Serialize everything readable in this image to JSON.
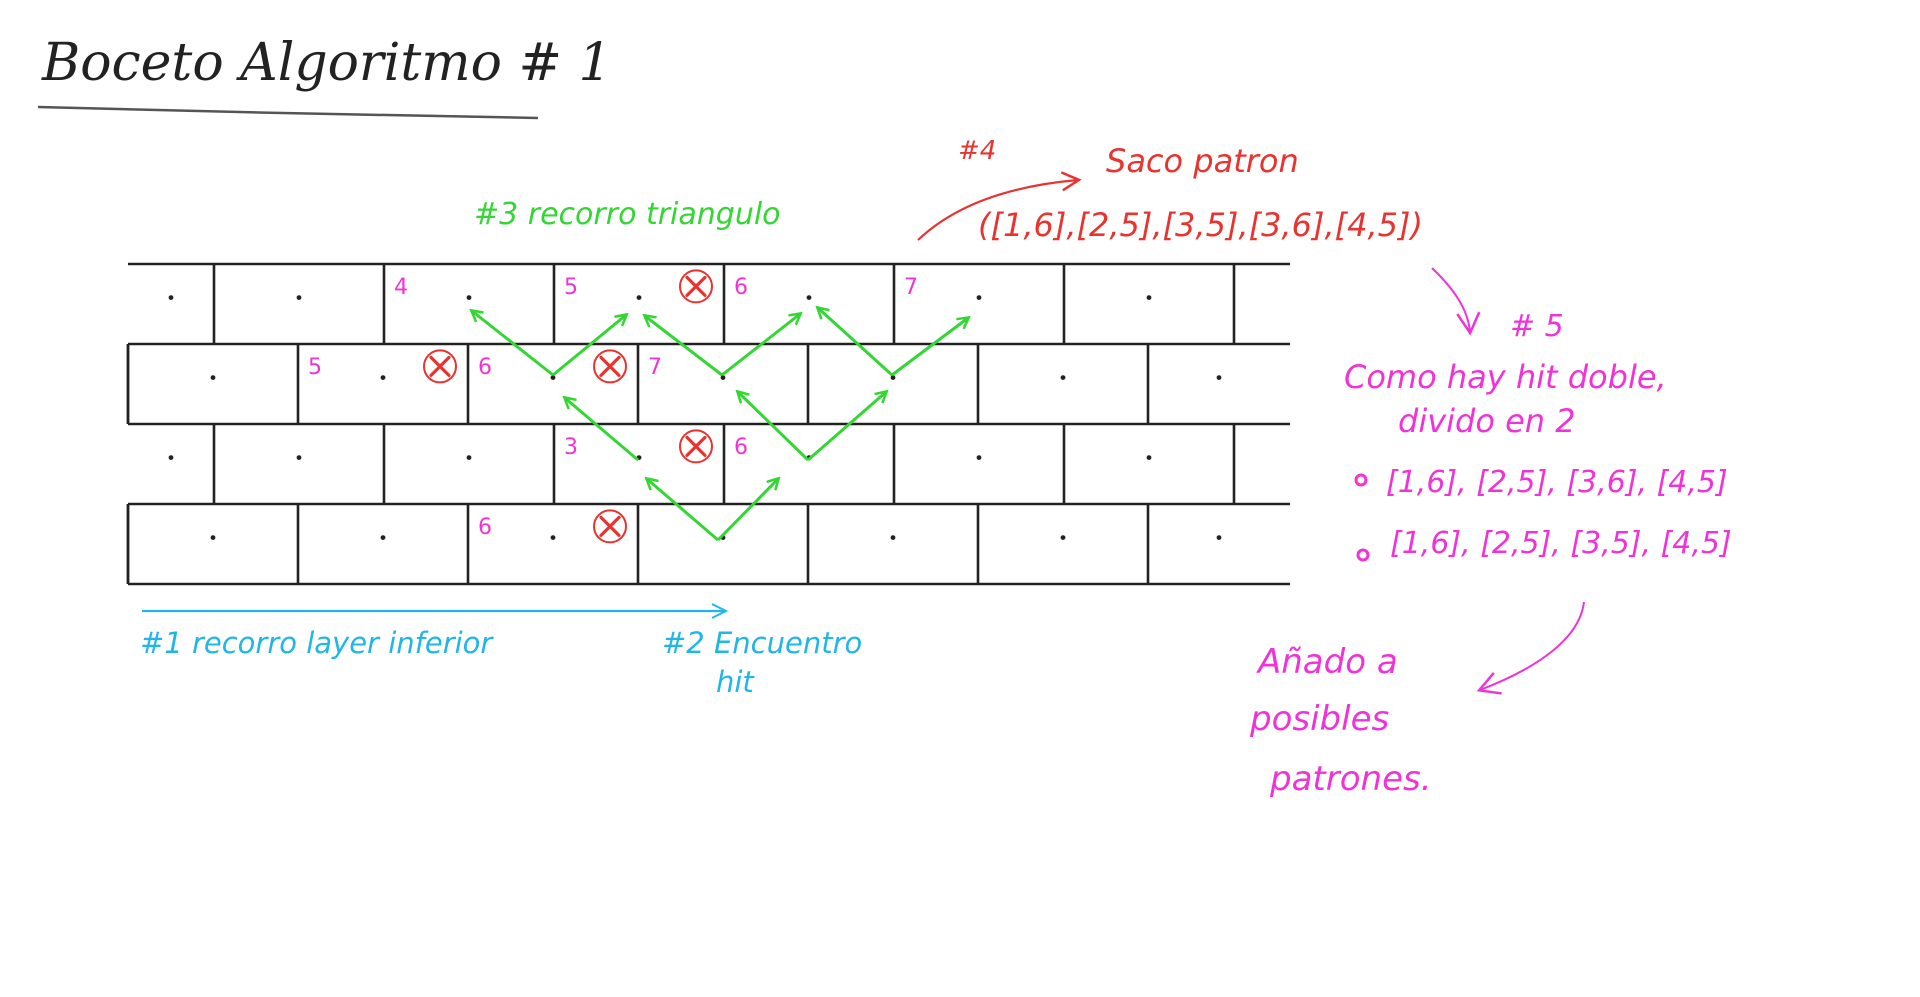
{
  "title": "Boceto Algoritmo # 1",
  "colors": {
    "ink": "#222222",
    "cyan": "#21b6e8",
    "green": "#33d633",
    "red": "#e8332f",
    "magenta": "#f033d6"
  },
  "steps": {
    "step1": "#1 recorro layer inferior",
    "step2_line1": "#2 Encuentro",
    "step2_line2": "hit",
    "step3": "#3 recorro triangulo",
    "step4_num": "#4",
    "step4_label": "Saco patron",
    "step4_pattern": "([1,6],[2,5],[3,5],[3,6],[4,5])",
    "step5_num": "# 5",
    "step5_line1": "Como hay hit doble,",
    "step5_line2": "divido en 2",
    "step5_bullet1": "[1,6], [2,5], [3,6], [4,5]",
    "step5_bullet2": "[1,6], [2,5], [3,5], [4,5]",
    "final_line1": "Añado a",
    "final_line2": "posibles",
    "final_line3": "patrones."
  },
  "layers": [
    {
      "row": 4,
      "labels": [
        {
          "cell": 2,
          "text": "4"
        },
        {
          "cell": 3,
          "text": "5"
        },
        {
          "cell": 4,
          "text": "6"
        },
        {
          "cell": 5,
          "text": "7"
        }
      ],
      "hits": [
        3
      ]
    },
    {
      "row": 3,
      "labels": [
        {
          "cell": 2,
          "text": "5"
        },
        {
          "cell": 3,
          "text": "6"
        },
        {
          "cell": 4,
          "text": "7"
        }
      ],
      "hits": [
        2,
        3
      ]
    },
    {
      "row": 2,
      "labels": [
        {
          "cell": 3,
          "text": "3"
        },
        {
          "cell": 4,
          "text": "6"
        }
      ],
      "hits": [
        3
      ]
    },
    {
      "row": 1,
      "labels": [
        {
          "cell": 3,
          "text": "6"
        }
      ],
      "hits": [
        3
      ]
    }
  ],
  "icons": {
    "hit_marker": "circled-x-icon",
    "arrow": "arrow-icon"
  }
}
